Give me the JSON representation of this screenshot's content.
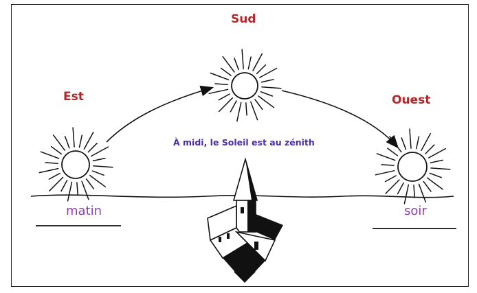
{
  "labels": {
    "south": "Sud",
    "east": "Est",
    "west": "Ouest",
    "morning": "matin",
    "evening": "soir",
    "caption": "À midi, le Soleil est au zénith"
  },
  "colors": {
    "direction": "#b3262a",
    "period": "#8b3fb5",
    "caption": "#4a2ca8",
    "ink": "#111111"
  },
  "icons": [
    "sun-icon",
    "church-icon",
    "arrow-icon"
  ]
}
